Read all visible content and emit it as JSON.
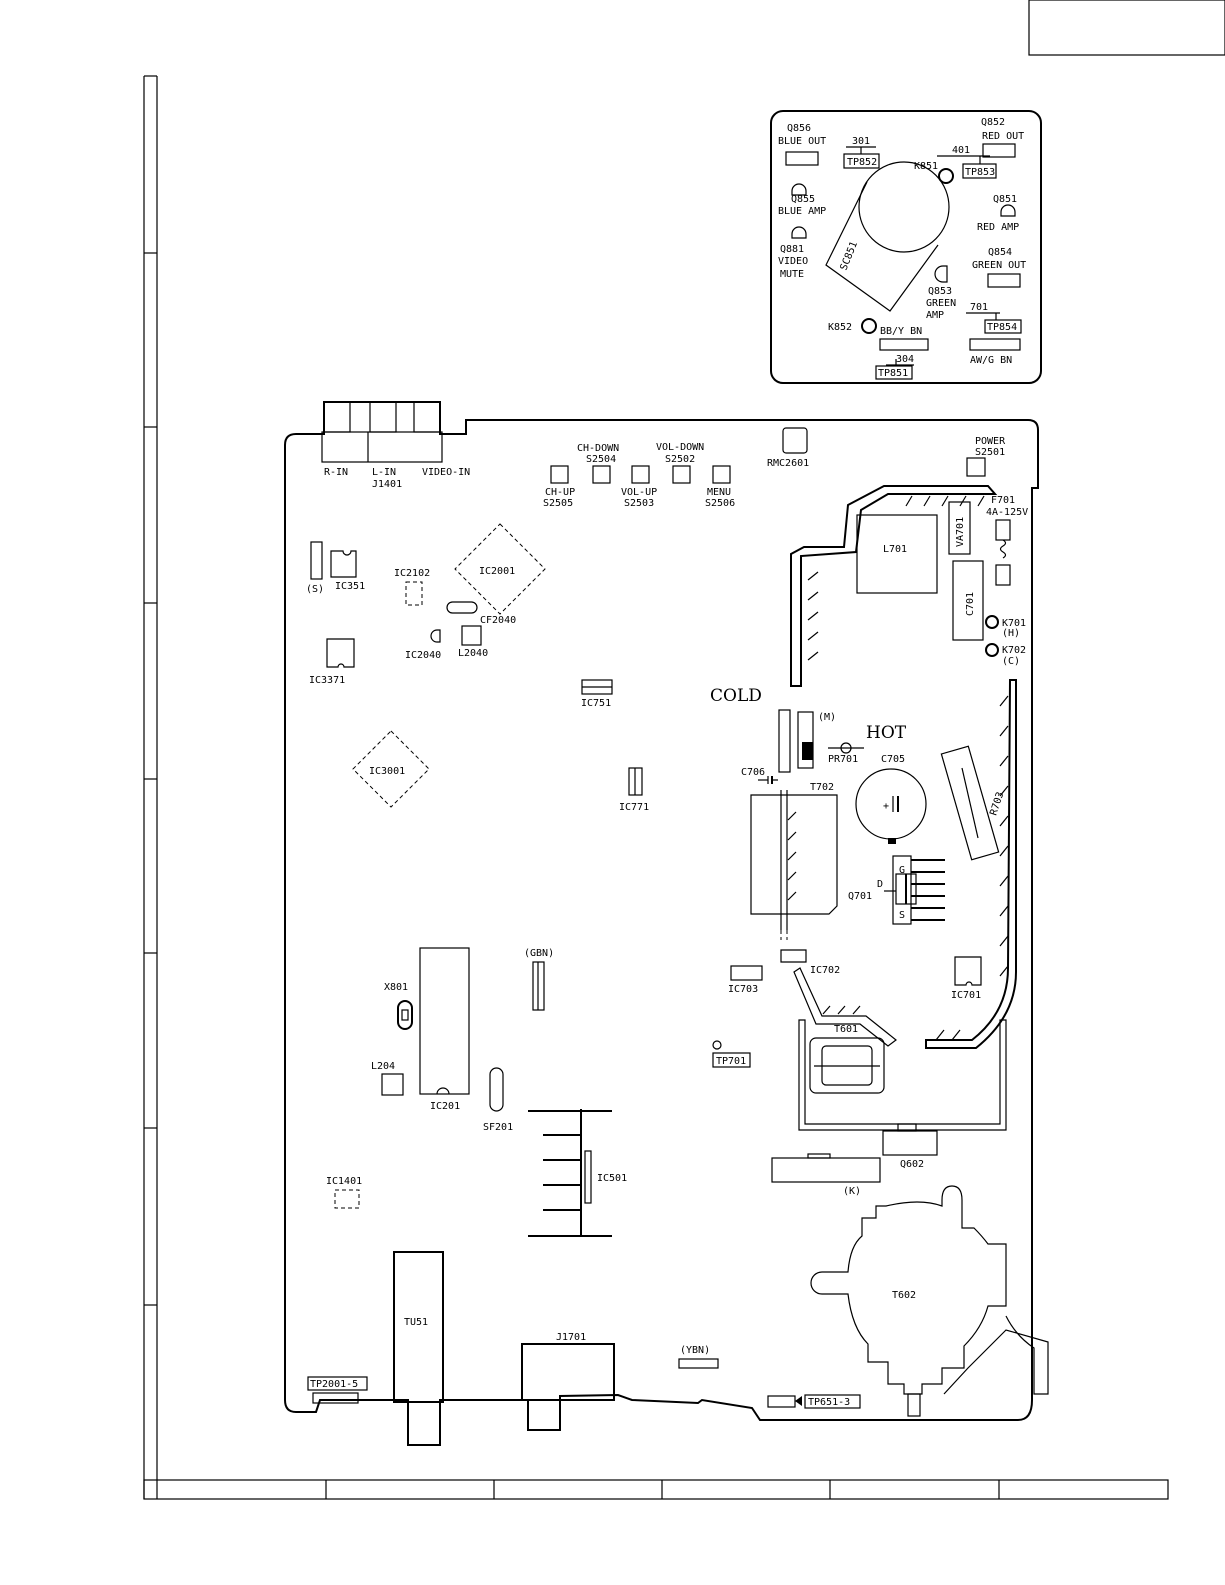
{
  "crt_board": {
    "q856": "Q856",
    "blue_out": "BLUE OUT",
    "n301": "301",
    "tp852": "TP852",
    "q852": "Q852",
    "red_out": "RED OUT",
    "n401": "401",
    "k851": "K851",
    "tp853": "TP853",
    "q855": "Q855",
    "blue_amp": "BLUE AMP",
    "q851": "Q851",
    "red_amp": "RED AMP",
    "q881": "Q881",
    "video": "VIDEO",
    "mute": "MUTE",
    "sc851": "SC851",
    "q854": "Q854",
    "green_out": "GREEN OUT",
    "q853": "Q853",
    "green": "GREEN",
    "amp": "AMP",
    "n701": "701",
    "tp854": "TP854",
    "k852": "K852",
    "bby_bn": "BB/Y BN",
    "awg_bn": "AW/G BN",
    "n304": "304",
    "tp851": "TP851"
  },
  "main_board": {
    "r_in": "R-IN",
    "l_in": "L-IN",
    "video_in": "VIDEO-IN",
    "j1401": "J1401",
    "ch_down": "CH-DOWN",
    "s2504": "S2504",
    "vol_down": "VOL-DOWN",
    "s2502": "S2502",
    "ch_up": "CH-UP",
    "s2505": "S2505",
    "vol_up": "VOL-UP",
    "s2503": "S2503",
    "menu": "MENU",
    "s2506": "S2506",
    "rmc2601": "RMC2601",
    "power": "POWER",
    "s2501": "S2501",
    "f701": "F701",
    "fuse_rating": "4A-125V",
    "va701": "VA701",
    "l701": "L701",
    "c701": "C701",
    "k701": "K701",
    "h": "(H)",
    "k702": "K702",
    "c": "(C)",
    "s": "(S)",
    "ic351": "IC351",
    "ic2102": "IC2102",
    "ic2001": "IC2001",
    "cf2040": "CF2040",
    "ic2040": "IC2040",
    "l2040": "L2040",
    "ic3371": "IC3371",
    "ic751": "IC751",
    "cold": "COLD",
    "hot": "HOT",
    "m": "(M)",
    "pr701": "PR701",
    "c705": "C705",
    "c706": "C706",
    "t702": "T702",
    "r703": "R703",
    "ic3001": "IC3001",
    "ic771": "IC771",
    "g": "G",
    "d": "D",
    "s_pin": "S",
    "q701": "Q701",
    "gbn": "(GBN)",
    "x801": "X801",
    "ic702": "IC702",
    "ic703": "IC703",
    "ic701": "IC701",
    "t601": "T601",
    "tp701": "TP701",
    "l204": "L204",
    "ic201": "IC201",
    "sf201": "SF201",
    "q602": "Q602",
    "ic501": "IC501",
    "k": "(K)",
    "ic1401": "IC1401",
    "t602": "T602",
    "tu51": "TU51",
    "j1701": "J1701",
    "ybn": "(YBN)",
    "tp2001": "TP2001-5",
    "tp651": "TP651-3"
  }
}
